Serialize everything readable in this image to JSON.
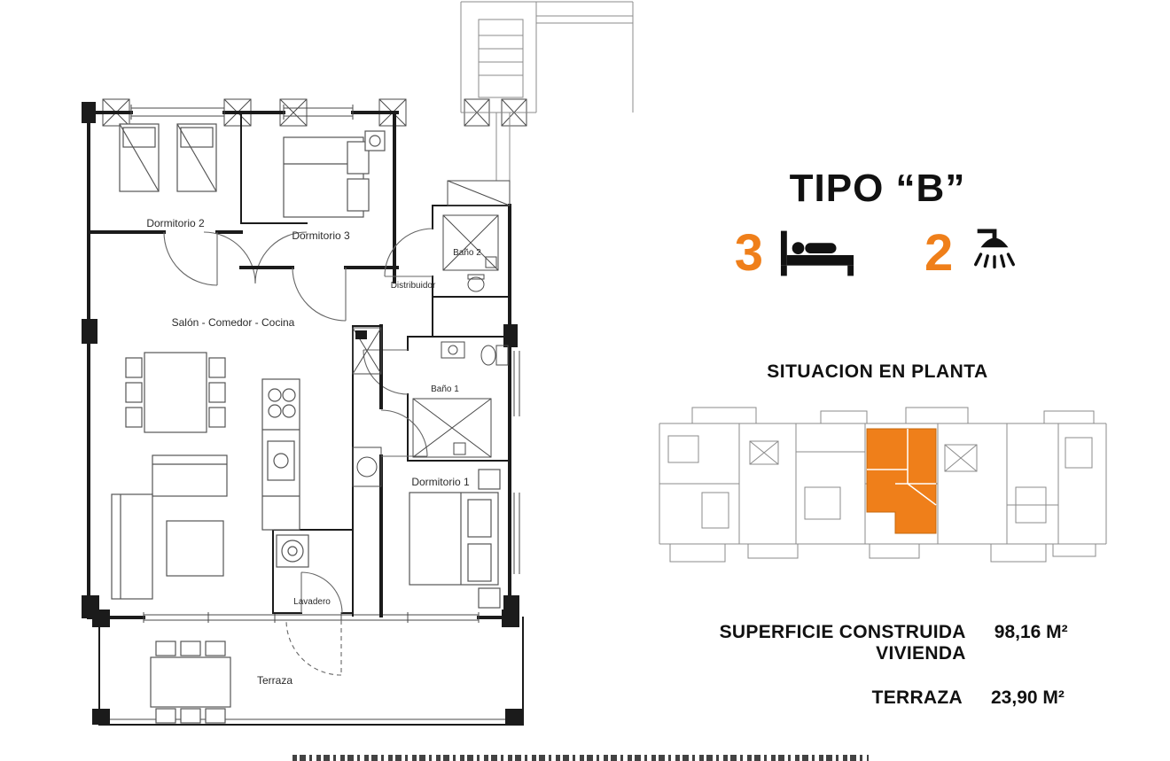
{
  "colors": {
    "accent": "#ef7f1a",
    "wall": "#1b1b1b"
  },
  "plan": {
    "rooms": {
      "dormitorio2": "Dormitorio 2",
      "dormitorio3": "Dormitorio 3",
      "bano2": "Baño 2",
      "distribuidor": "Distribuidor",
      "salon": "Salón - Comedor - Cocina",
      "bano1": "Baño 1",
      "dormitorio1": "Dormitorio 1",
      "lavadero": "Lavadero",
      "terraza": "Terraza"
    }
  },
  "panel": {
    "title": "TIPO “B”",
    "bedrooms": "3",
    "bathrooms": "2",
    "situacion_heading": "SITUACION EN PLANTA",
    "stats": [
      {
        "label": "SUPERFICIE CONSTRUIDA VIVIENDA",
        "value": "98,16 M²"
      },
      {
        "label": "TERRAZA",
        "value": "23,90 M²"
      }
    ]
  }
}
